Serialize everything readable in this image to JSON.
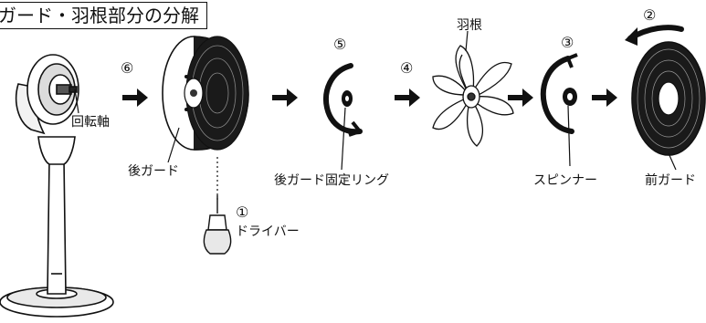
{
  "title": "ガード・羽根部分の分解",
  "labels": {
    "rotation_shaft": "回転軸",
    "rear_guard": "後ガード",
    "rear_guard_ring": "後ガード固定リング",
    "blade": "羽根",
    "spinner": "スピンナー",
    "front_guard": "前ガード",
    "screwdriver": "ドライバー"
  },
  "steps": {
    "s1": "①",
    "s2": "②",
    "s3": "③",
    "s4": "④",
    "s5": "⑤",
    "s6": "⑥"
  },
  "colors": {
    "line": "#111111",
    "fill": "#ffffff",
    "dark": "#1a1a1a"
  }
}
